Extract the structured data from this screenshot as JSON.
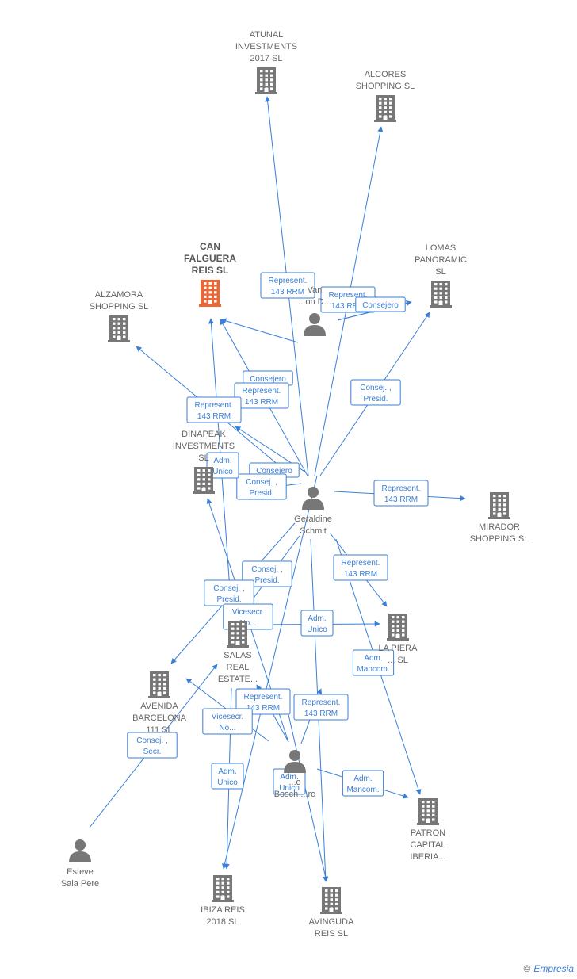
{
  "colors": {
    "company": "#777777",
    "highlight": "#ee6633",
    "person": "#777777",
    "edge": "#3a7fd6"
  },
  "nodes": [
    {
      "id": "atunal",
      "type": "company",
      "lines": [
        "ATUNAL",
        "INVESTMENTS",
        "2017  SL"
      ]
    },
    {
      "id": "alcores",
      "type": "company",
      "lines": [
        "ALCORES",
        "SHOPPING  SL"
      ]
    },
    {
      "id": "can",
      "type": "company-highlight",
      "lines": [
        "CAN",
        "FALGUERA",
        "REIS  SL"
      ]
    },
    {
      "id": "lomas",
      "type": "company",
      "lines": [
        "LOMAS",
        "PANORAMIC",
        "SL"
      ]
    },
    {
      "id": "alzamora",
      "type": "company",
      "lines": [
        "ALZAMORA",
        "SHOPPING  SL"
      ]
    },
    {
      "id": "van",
      "type": "person",
      "lines": [
        "Van",
        "...on D..."
      ]
    },
    {
      "id": "dinapeak",
      "type": "company",
      "lines": [
        "DINAPEAK",
        "INVESTMENTS",
        "SL"
      ]
    },
    {
      "id": "geraldine",
      "type": "person",
      "lines": [
        "Geraldine",
        "Schmit"
      ]
    },
    {
      "id": "mirador",
      "type": "company",
      "lines": [
        "MIRADOR",
        "SHOPPING  SL"
      ]
    },
    {
      "id": "salas",
      "type": "company",
      "lines": [
        "SALAS",
        "REAL",
        "ESTATE..."
      ]
    },
    {
      "id": "lapiera",
      "type": "company",
      "lines": [
        "LA PIERA",
        "...  SL"
      ]
    },
    {
      "id": "avenida",
      "type": "company",
      "lines": [
        "AVENIDA",
        "BARCELONA",
        "111 SL"
      ]
    },
    {
      "id": "bosch",
      "type": "person",
      "lines": [
        "...o",
        "Bosch ...ro"
      ]
    },
    {
      "id": "patron",
      "type": "company",
      "lines": [
        "PATRON",
        "CAPITAL",
        "IBERIA..."
      ]
    },
    {
      "id": "esteve",
      "type": "person",
      "lines": [
        "Esteve",
        "Sala Pere"
      ]
    },
    {
      "id": "ibiza",
      "type": "company",
      "lines": [
        "IBIZA REIS",
        "2018  SL"
      ]
    },
    {
      "id": "avinguda",
      "type": "company",
      "lines": [
        "AVINGUDA",
        "REIS  SL"
      ]
    }
  ],
  "edges": [
    {
      "from": "geraldine",
      "to": "atunal",
      "label": [
        "Represent.",
        "143 RRM"
      ]
    },
    {
      "from": "geraldine",
      "to": "alcores",
      "label": []
    },
    {
      "from": "van",
      "to": "lomas",
      "label": [
        "Represent.",
        "143 RRM"
      ]
    },
    {
      "from": "van",
      "to": "lomas",
      "label": [
        "Consejero"
      ]
    },
    {
      "from": "geraldine",
      "to": "lomas",
      "label": [
        "Consej. ,",
        "Presid."
      ]
    },
    {
      "from": "geraldine",
      "to": "can",
      "label": [
        "Consejero"
      ]
    },
    {
      "from": "geraldine",
      "to": "can",
      "label": [
        "Represent.",
        "143 RRM"
      ]
    },
    {
      "from": "geraldine",
      "to": "alzamora",
      "label": [
        "Represent.",
        "143 RRM"
      ]
    },
    {
      "from": "geraldine",
      "to": "mirador",
      "label": [
        "Represent.",
        "143 RRM"
      ]
    },
    {
      "from": "geraldine",
      "to": "dinapeak",
      "label": [
        "Consejero"
      ]
    },
    {
      "from": "geraldine",
      "to": "dinapeak",
      "label": [
        "Consej. ,",
        "Presid."
      ]
    },
    {
      "from": "salas",
      "to": "can",
      "label": [
        "Adm.",
        "Unico"
      ]
    },
    {
      "from": "geraldine",
      "to": "lapiera",
      "label": [
        "Represent.",
        "143 RRM"
      ]
    },
    {
      "from": "geraldine",
      "to": "salas",
      "label": [
        "Consej. ,",
        "Presid."
      ]
    },
    {
      "from": "geraldine",
      "to": "avenida",
      "label": [
        "Consej. ,",
        "Presid."
      ]
    },
    {
      "from": "geraldine",
      "to": "ibiza",
      "label": [
        "Vicesecr.",
        "No..."
      ]
    },
    {
      "from": "salas",
      "to": "lapiera",
      "label": [
        "Adm.",
        "Unico"
      ]
    },
    {
      "from": "geraldine",
      "to": "patron",
      "label": [
        "Adm.",
        "Mancom."
      ]
    },
    {
      "from": "bosch",
      "to": "salas",
      "label": [
        "Represent.",
        "143 RRM"
      ]
    },
    {
      "from": "bosch",
      "to": "salas",
      "label": [
        "Represent.",
        "143 RRM"
      ]
    },
    {
      "from": "bosch",
      "to": "avenida",
      "label": [
        "Vicesecr.",
        "No..."
      ]
    },
    {
      "from": "esteve",
      "to": "salas",
      "label": [
        "Consej. ,",
        "Secr."
      ]
    },
    {
      "from": "bosch",
      "to": "ibiza",
      "label": [
        "Adm.",
        "Unico"
      ]
    },
    {
      "from": "bosch",
      "to": "avinguda",
      "label": [
        "Adm.",
        "Unico"
      ]
    },
    {
      "from": "bosch",
      "to": "patron",
      "label": [
        "Adm.",
        "Mancom."
      ]
    },
    {
      "from": "geraldine",
      "to": "avinguda",
      "label": []
    },
    {
      "from": "bosch",
      "to": "dinapeak",
      "label": []
    }
  ],
  "brand": {
    "copyright": "©",
    "name": "Empresia"
  }
}
